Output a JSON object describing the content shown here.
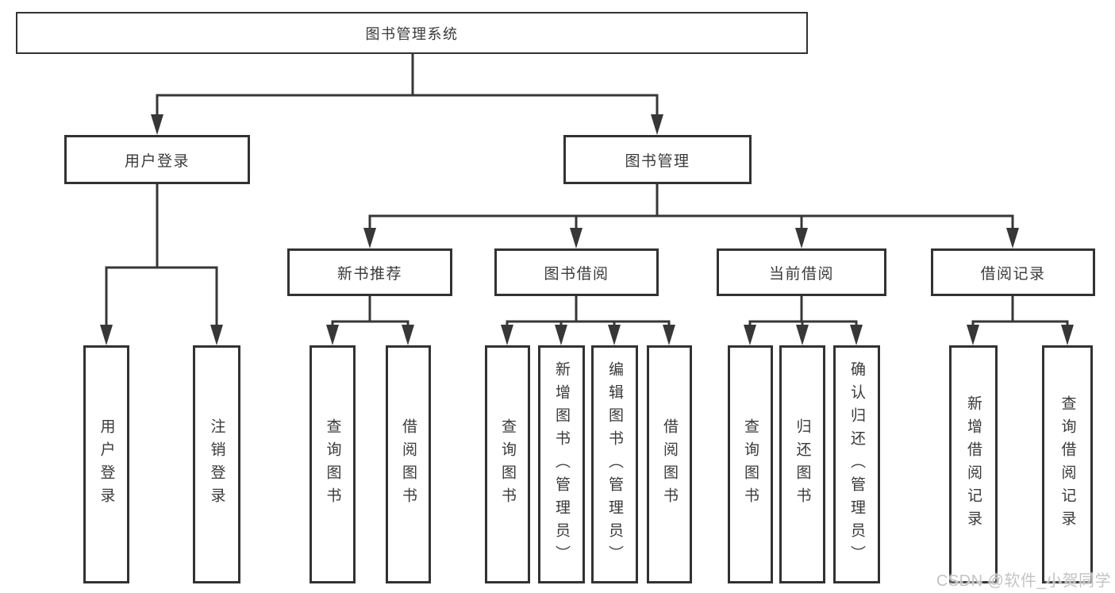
{
  "tree": {
    "root": {
      "label": "图书管理系统"
    },
    "children": [
      {
        "label": "用户登录",
        "children": [
          {
            "label": "用户登录"
          },
          {
            "label": "注销登录"
          }
        ]
      },
      {
        "label": "图书管理",
        "children": [
          {
            "label": "新书推荐",
            "children": [
              {
                "label": "查询图书"
              },
              {
                "label": "借阅图书"
              }
            ]
          },
          {
            "label": "图书借阅",
            "children": [
              {
                "label": "查询图书"
              },
              {
                "label": "新增图书（管理员）"
              },
              {
                "label": "编辑图书（管理员）"
              },
              {
                "label": "借阅图书"
              }
            ]
          },
          {
            "label": "当前借阅",
            "children": [
              {
                "label": "查询图书"
              },
              {
                "label": "归还图书"
              },
              {
                "label": "确认归还（管理员）"
              }
            ]
          },
          {
            "label": "借阅记录",
            "children": [
              {
                "label": "新增借阅记录"
              },
              {
                "label": "查询借阅记录"
              }
            ]
          }
        ]
      }
    ]
  },
  "watermark": "CSDN @软件_小贺同学",
  "colors": {
    "line": "#373737",
    "border": "#323232",
    "text": "#3a3a3a",
    "watermark": "#c3c3c3",
    "background": "#ffffff"
  }
}
